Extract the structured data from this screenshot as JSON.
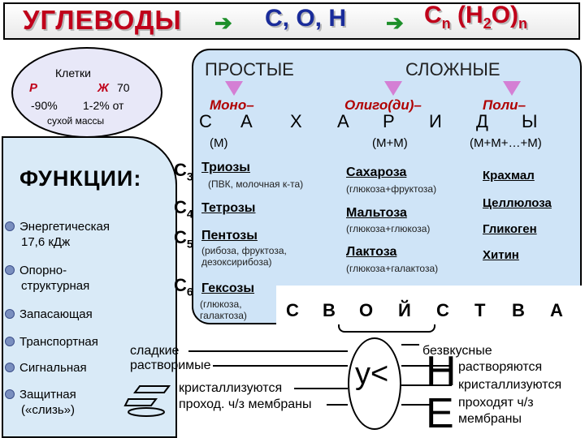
{
  "title": {
    "main": "УГЛЕВОДЫ",
    "elements": "C, O, H",
    "formula": "Cn (H2O)n",
    "formula_base": "C",
    "formula_n": "n",
    "formula_mid": " (H",
    "formula_2": "2",
    "formula_end": "O)",
    "formula_n2": "n"
  },
  "cell_info": {
    "heading": "Клетки",
    "plant_letter": "Р",
    "animal_letter": "Ж",
    "animal_value": "70",
    "plant_pct": "-90%",
    "animal_pct": "1-2% от",
    "footer": "сухой массы"
  },
  "functions": {
    "title": "ФУНКЦИИ:",
    "items": [
      {
        "line1": "Энергетическая",
        "line2": "17,6 кДж"
      },
      {
        "line1": "Опорно-",
        "line2": "структурная"
      },
      {
        "line1": "Запасающая",
        "line2": ""
      },
      {
        "line1": "Транспортная",
        "line2": ""
      },
      {
        "line1": "Сигнальная",
        "line2": ""
      },
      {
        "line1": "Защитная",
        "line2": "(«слизь»)"
      }
    ]
  },
  "classification": {
    "simple_heading": "ПРОСТЫЕ",
    "complex_heading": "СЛОЖНЫЕ",
    "mono": {
      "prefix": "Моно–",
      "formula": "(М)"
    },
    "oligo": {
      "prefix": "Олиго(ди)–",
      "formula": "(М+М)"
    },
    "poly": {
      "prefix": "Поли–",
      "formula": "(М+М+…+М)"
    },
    "word_letters": [
      "С",
      "А",
      "Х",
      "А",
      "Р",
      "И",
      "Д",
      "Ы"
    ]
  },
  "monosaccharides": [
    {
      "carbon": "C",
      "n": "3",
      "name": "Триозы",
      "sub": "(ПВК, молочная к-та)"
    },
    {
      "carbon": "C",
      "n": "4",
      "name": "Тетрозы",
      "sub": ""
    },
    {
      "carbon": "C",
      "n": "5",
      "name": "Пентозы",
      "sub": "(рибоза, фруктоза,\nдезоксирибоза)"
    },
    {
      "carbon": "C",
      "n": "6",
      "name": "Гексозы",
      "sub": "(глюкоза,\nгалактоза)"
    }
  ],
  "disaccharides": [
    {
      "name": "Сахароза",
      "sub": "(глюкоза+фруктоза)"
    },
    {
      "name": "Мальтоза",
      "sub": "(глюкоза+глюкоза)"
    },
    {
      "name": "Лактоза",
      "sub": "(глюкоза+галактоза)"
    }
  ],
  "polysaccharides": [
    "Крахмал",
    "Целлюлоза",
    "Гликоген",
    "Хитин"
  ],
  "band_letters": [
    "С",
    "В",
    "О",
    "Й",
    "С",
    "Т",
    "В",
    "А"
  ],
  "properties": {
    "left": [
      "сладкие",
      "растворимые",
      "кристаллизуются",
      "проход. ч/з мембраны"
    ],
    "center": "у<",
    "big_letter_1": "Н",
    "big_letter_2": "Е",
    "right": [
      "безвкусные",
      "растворяются",
      "кристаллизуются",
      "проходят ч/з",
      "мембраны"
    ]
  },
  "colors": {
    "accent_red": "#c0001a",
    "accent_blue": "#1a2c9a",
    "arrow_green": "#1d8f2a",
    "panel_blue": "#cfe4f7",
    "triangle_pink": "#d47fd4"
  }
}
